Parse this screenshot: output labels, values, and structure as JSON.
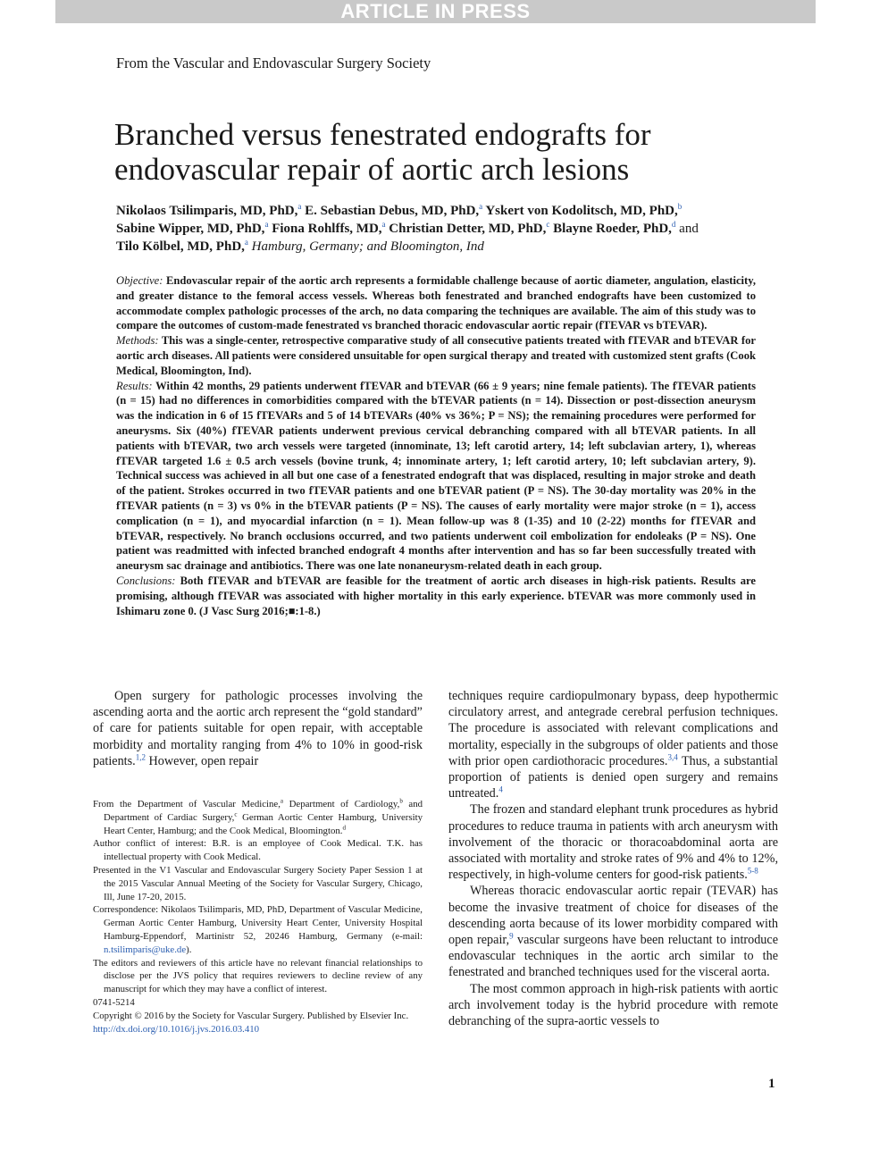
{
  "banner": "ARTICLE IN PRESS",
  "society": "From the Vascular and Endovascular Surgery Society",
  "title": "Branched versus fenestrated endografts for endovascular repair of aortic arch lesions",
  "authors": {
    "a1": "Nikolaos Tsilimparis, MD, PhD,",
    "a1s": "a",
    "a2": " E. Sebastian Debus, MD, PhD,",
    "a2s": "a",
    "a3": " Yskert von Kodolitsch, MD, PhD,",
    "a3s": "b",
    "a4": "Sabine Wipper, MD, PhD,",
    "a4s": "a",
    "a5": " Fiona Rohlffs, MD,",
    "a5s": "a",
    "a6": " Christian Detter, MD, PhD,",
    "a6s": "c",
    "a7": " Blayne Roeder, PhD,",
    "a7s": "d",
    "and": " and",
    "a8": "Tilo Kölbel, MD, PhD,",
    "a8s": "a",
    "location": " Hamburg, Germany; and Bloomington, Ind"
  },
  "abstract": {
    "objective_h": "Objective:",
    "objective": " Endovascular repair of the aortic arch represents a formidable challenge because of aortic diameter, angulation, elasticity, and greater distance to the femoral access vessels. Whereas both fenestrated and branched endografts have been customized to accommodate complex pathologic processes of the arch, no data comparing the techniques are available. The aim of this study was to compare the outcomes of custom-made fenestrated vs branched thoracic endovascular aortic repair (fTEVAR vs bTEVAR).",
    "methods_h": "Methods:",
    "methods": " This was a single-center, retrospective comparative study of all consecutive patients treated with fTEVAR and bTEVAR for aortic arch diseases. All patients were considered unsuitable for open surgical therapy and treated with customized stent grafts (Cook Medical, Bloomington, Ind).",
    "results_h": "Results:",
    "results": " Within 42 months, 29 patients underwent fTEVAR and bTEVAR (66 ± 9 years; nine female patients). The fTEVAR patients (n = 15) had no differences in comorbidities compared with the bTEVAR patients (n = 14). Dissection or post-dissection aneurysm was the indication in 6 of 15 fTEVARs and 5 of 14 bTEVARs (40% vs 36%; P = NS); the remaining procedures were performed for aneurysms. Six (40%) fTEVAR patients underwent previous cervical debranching compared with all bTEVAR patients. In all patients with bTEVAR, two arch vessels were targeted (innominate, 13; left carotid artery, 14; left subclavian artery, 1), whereas fTEVAR targeted 1.6 ± 0.5 arch vessels (bovine trunk, 4; innominate artery, 1; left carotid artery, 10; left subclavian artery, 9). Technical success was achieved in all but one case of a fenestrated endograft that was displaced, resulting in major stroke and death of the patient. Strokes occurred in two fTEVAR patients and one bTEVAR patient (P = NS). The 30-day mortality was 20% in the fTEVAR patients (n = 3) vs 0% in the bTEVAR patients (P = NS). The causes of early mortality were major stroke (n = 1), access complication (n = 1), and myocardial infarction (n = 1). Mean follow-up was 8 (1-35) and 10 (2-22) months for fTEVAR and bTEVAR, respectively. No branch occlusions occurred, and two patients underwent coil embolization for endoleaks (P = NS). One patient was readmitted with infected branched endograft 4 months after intervention and has so far been successfully treated with aneurysm sac drainage and antibiotics. There was one late nonaneurysm-related death in each group.",
    "conclusions_h": "Conclusions:",
    "conclusions": " Both fTEVAR and bTEVAR are feasible for the treatment of aortic arch diseases in high-risk patients. Results are promising, although fTEVAR was associated with higher mortality in this early experience. bTEVAR was more commonly used in Ishimaru zone 0. (J Vasc Surg 2016;■:1-8.)"
  },
  "body_left": {
    "p1a": "Open surgery for pathologic processes involving the ascending aorta and the aortic arch represent the “gold standard” of care for patients suitable for open repair, with acceptable morbidity and mortality ranging from 4% to 10% in good-risk patients.",
    "p1ref": "1,2",
    "p1b": " However, open repair"
  },
  "notes": {
    "n1a": "From the Department of Vascular Medicine,",
    "n1s1": "a",
    "n1b": " Department of Cardiology,",
    "n1s2": "b",
    "n1c": " and Department of Cardiac Surgery,",
    "n1s3": "c",
    "n1d": " German Aortic Center Hamburg, University Heart Center, Hamburg; and the Cook Medical, Bloomington.",
    "n1s4": "d",
    "n2": "Author conflict of interest: B.R. is an employee of Cook Medical. T.K. has intellectual property with Cook Medical.",
    "n3": "Presented in the V1 Vascular and Endovascular Surgery Society Paper Session 1 at the 2015 Vascular Annual Meeting of the Society for Vascular Surgery, Chicago, Ill, June 17-20, 2015.",
    "n4a": "Correspondence: Nikolaos Tsilimparis, MD, PhD, Department of Vascular Medicine, German Aortic Center Hamburg, University Heart Center, University Hospital Hamburg-Eppendorf, Martinistr 52, 20246 Hamburg, Germany (e-mail: ",
    "n4email": "n.tsilimparis@uke.de",
    "n4b": ").",
    "n5": "The editors and reviewers of this article have no relevant financial relationships to disclose per the JVS policy that requires reviewers to decline review of any manuscript for which they may have a conflict of interest.",
    "issn": "0741-5214",
    "copyright": "Copyright © 2016 by the Society for Vascular Surgery. Published by Elsevier Inc.",
    "doi": "http://dx.doi.org/10.1016/j.jvs.2016.03.410"
  },
  "body_right": {
    "p1a": "techniques require cardiopulmonary bypass, deep hypothermic circulatory arrest, and antegrade cerebral perfusion techniques. The procedure is associated with relevant complications and mortality, especially in the subgroups of older patients and those with prior open cardiothoracic procedures.",
    "p1ref1": "3,4",
    "p1b": " Thus, a substantial proportion of patients is denied open surgery and remains untreated.",
    "p1ref2": "4",
    "p2a": "The frozen and standard elephant trunk procedures as hybrid procedures to reduce trauma in patients with arch aneurysm with involvement of the thoracic or thoracoabdominal aorta are associated with mortality and stroke rates of 9% and 4% to 12%, respectively, in high-volume centers for good-risk patients.",
    "p2ref": "5-8",
    "p3a": "Whereas thoracic endovascular aortic repair (TEVAR) has become the invasive treatment of choice for diseases of the descending aorta because of its lower morbidity compared with open repair,",
    "p3ref": "9",
    "p3b": " vascular surgeons have been reluctant to introduce endovascular techniques in the aortic arch similar to the fenestrated and branched techniques used for the visceral aorta.",
    "p4": "The most common approach in high-risk patients with aortic arch involvement today is the hybrid procedure with remote debranching of the supra-aortic vessels to"
  },
  "page_number": "1"
}
